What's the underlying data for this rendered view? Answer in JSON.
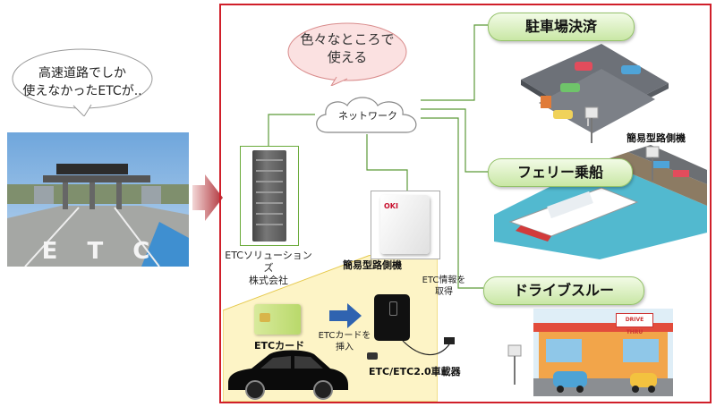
{
  "speech_bubble": {
    "line1": "高速道路でしか",
    "line2": "使えなかったETCが.."
  },
  "photo": {
    "road_text": "E T C"
  },
  "pink_cloud": {
    "line1": "色々なところで",
    "line2": "使える"
  },
  "network": {
    "label": "ネットワーク"
  },
  "company": {
    "line1": "ETCソリューションズ",
    "line2": "株式会社"
  },
  "services": [
    {
      "label": "駐車場決済"
    },
    {
      "label": "フェリー乗船"
    },
    {
      "label": "ドライブスルー"
    }
  ],
  "roadside_labels": {
    "center": "簡易型路側機",
    "right": "簡易型路側機"
  },
  "roadside_unit": {
    "logo": "OKI"
  },
  "etc_info": {
    "line1": "ETC情報を",
    "line2": "取得"
  },
  "card": {
    "label": "ETCカード"
  },
  "insert": {
    "line1": "ETCカードを",
    "line2": "挿入"
  },
  "obu": {
    "label": "ETC/ETC2.0車載器"
  },
  "drive_thru_sign": "DRIVE THRU",
  "colors": {
    "frame": "#d01f2a",
    "green_border": "#94c26a",
    "pink_cloud": "#fbe1e1",
    "yellow_area": "#fdf4c6",
    "blue_arrow": "#2f63b0"
  }
}
